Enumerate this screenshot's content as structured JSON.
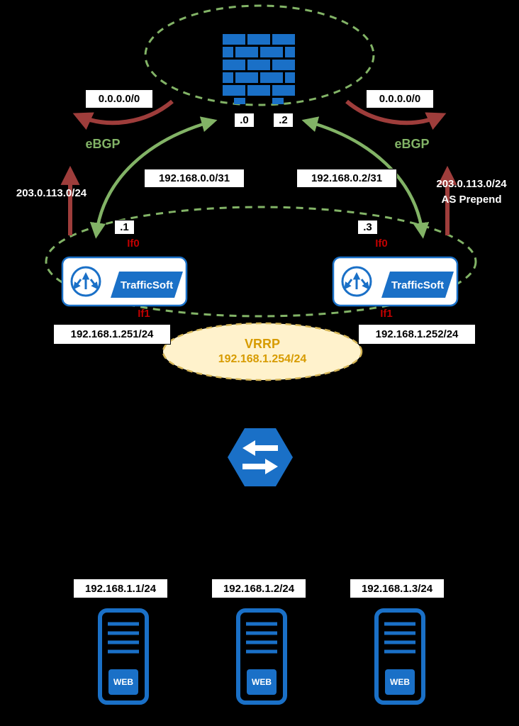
{
  "colors": {
    "background": "#000000",
    "zone_green": "#82b366",
    "device_blue": "#1a70c7",
    "route_maroon": "#9e3d3b",
    "interface_red": "#c00000",
    "vrrp_fill": "#fff2cc",
    "vrrp_border": "#d6b656",
    "vrrp_text": "#d79b00"
  },
  "internet": {
    "default_route_left": "0.0.0.0/0",
    "default_route_right": "0.0.0.0/0"
  },
  "firewall": {
    "port_left": ".0",
    "port_right": ".2"
  },
  "links": {
    "ebgp_left": "eBGP",
    "ebgp_right": "eBGP",
    "subnet_left": "192.168.0.0/31",
    "subnet_right": "192.168.0.2/31",
    "advertised_left": "203.0.113.0/24",
    "advertised_right": "203.0.113.0/24",
    "advertised_right_note": "AS Prepend"
  },
  "routers": {
    "left": {
      "port": ".1",
      "if0": "If0",
      "if1": "If1",
      "name": "TrafficSoft",
      "ip": "192.168.1.251/24"
    },
    "right": {
      "port": ".3",
      "if0": "If0",
      "if1": "If1",
      "name": "TrafficSoft",
      "ip": "192.168.1.252/24"
    }
  },
  "vrrp": {
    "title": "VRRP",
    "ip": "192.168.1.254/24"
  },
  "servers": [
    {
      "ip": "192.168.1.1/24",
      "label": "WEB"
    },
    {
      "ip": "192.168.1.2/24",
      "label": "WEB"
    },
    {
      "ip": "192.168.1.3/24",
      "label": "WEB"
    }
  ]
}
